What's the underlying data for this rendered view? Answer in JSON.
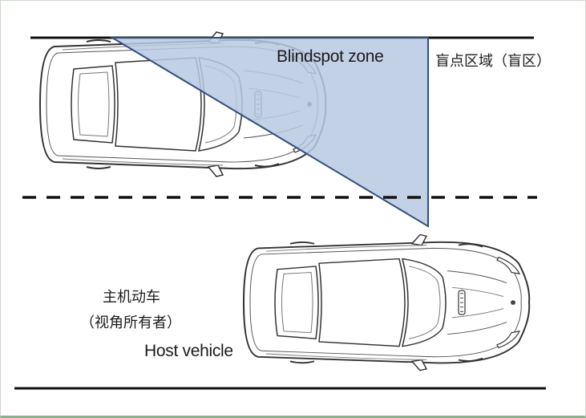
{
  "labels": {
    "blindspot_en": "Blindspot zone",
    "blindspot_zh": "盲点区域（盲区）",
    "host_zh_line1": "主机动车",
    "host_zh_line2": "（视角所有者）",
    "host_en": "Host vehicle"
  },
  "colors": {
    "zone_fill": "#b8c9e2",
    "zone_stroke": "#2f4f7f",
    "lane_line": "#111111"
  },
  "icons": [
    "car-top-view",
    "car-top-view"
  ]
}
